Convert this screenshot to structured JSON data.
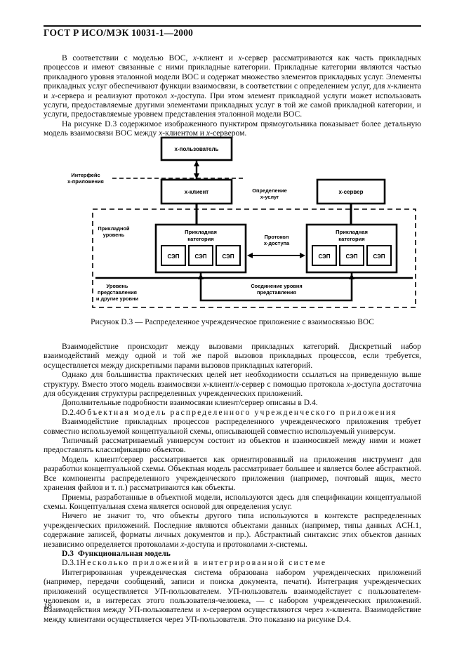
{
  "header": {
    "standard_title": "ГОСТ Р ИСО/МЭК 10031-1—2000"
  },
  "body": {
    "paragraphs": [
      "В соответствии с моделью ВОС, x-клиент и x-сервер рассматриваются как часть прикладных процессов и имеют связанные с ними прикладные категории. Прикладные категории являются частью прикладного уровня эталонной модели ВОС и содержат множество элементов прикладных услуг. Элементы прикладных услуг обеспечивают функции взаимосвязи, в соответствии с определением услуг, для x-клиента и x-сервера и реализуют протокол x-доступа. При этом элемент прикладной услуги может использовать услуги, предоставляемые другими элементами прикладных услуг в той же самой прикладной категории, и услуги, предоставляемые уровнем представления эталонной модели ВОС.",
      "На рисунке D.3 содержимое изображенного пунктиром прямоугольника показывает более детальную модель взаимосвязи ВОС между x-клиентом и x-сервером."
    ],
    "after_figure": [
      "Взаимодействие происходит между вызовами прикладных категорий. Дискретный набор взаимодействий между одной и той же парой вызовов прикладных процессов, если требуется, осуществляется между дискретными парами вызовов прикладных категорий.",
      "Однако для большинства практических целей нет необходимости ссылаться на приведенную выше структуру. Вместо этого модель взаимосвязи x-клиент/x-сервер с помощью протокола x-доступа достаточна для обсуждения структуры распределенных учрежденческих приложений.",
      "Дополнительные подробности взаимосвязи клиент/сервер описаны в D.4."
    ],
    "section_d24_number": "D.2.4",
    "section_d24_title": "Объектная модель распределенного учрежденческого приложения",
    "d24_paragraphs": [
      "Взаимодействие прикладных процессов распределенного учрежденческого приложения требует совместно используемой концептуальной схемы, описывающей совместно используемый универсум.",
      "Типичный рассматриваемый универсум состоит из объектов и взаимосвязей между ними и может предоставлять классификацию объектов.",
      "Модель клиент/сервер рассматривается как ориентированный на приложения инструмент для разработки концептуальной схемы. Объектная модель рассматривает большее и является более абстрактной. Все компоненты распределенного учрежденческого приложения (например, почтовый ящик, место хранения файлов и т. п.) рассматриваются как объекты.",
      "Приемы, разработанные в объектной модели, используются здесь для спецификации концептуальной схемы. Концептуальная схема является основой для определения услуг.",
      "Ничего не значит то, что объекты другого типа используются в контексте распределенных учрежденческих приложений. Последние являются объектами данных (например, типы данных ACH.1, содержание записей, форматы личных документов и пр.). Абстрактный синтаксис этих объектов данных независимо определяется протоколами x-доступа и протоколами x-системы."
    ],
    "section_d3_number": "D.3",
    "section_d3_title": "Функциональная модель",
    "section_d31_number": "D.3.1",
    "section_d31_title": "Несколько приложений в интегрированной системе",
    "d31_paragraphs": [
      "Интегрированная учрежденческая система образована набором учрежденческих приложений (например, передачи сообщений, записи и поиска документа, печати). Интеграция учрежденческих приложений осуществляется УП-пользователем. УП-пользователь взаимодействует с пользователем-человеком и, в интересах этого пользователя-человека, — с набором учрежденческих приложений. Взаимодействия между УП-пользователем и x-сервером осуществляются через x-клиента. Взаимодействие между клиентами осуществляется через УП-пользователя. Это показано на рисунке D.4."
    ]
  },
  "figure": {
    "caption": "Рисунок D.3 — Распределенное учрежденческое приложение с взаимосвязью ВОС",
    "boxes": {
      "user": "x-пользователь",
      "client": "x-клиент",
      "server": "x-сервер",
      "app_category_left": "Прикладная\nкатегория",
      "app_category_right": "Прикладная\nкатегория"
    },
    "box_labels": {
      "user": "x-пользователь",
      "client": "x-клиент",
      "server": "x-сервер",
      "category_line1": "Прикладная",
      "category_line2": "категория",
      "sep_label": "СЭП"
    },
    "annotations": {
      "interface_line1": "Интерфейс",
      "interface_line2": "x-приложения",
      "service_def_line1": "Определение",
      "service_def_line2": "x-услуг",
      "protocol_line1": "Протокол",
      "protocol_line2": "x-доступа",
      "app_layer_line1": "Прикладной",
      "app_layer_line2": "уровень",
      "pres_layer_line1": "Уровень",
      "pres_layer_line2": "представления",
      "pres_layer_line3": "и другие уровни",
      "pres_conn_line1": "Соединение уровня",
      "pres_conn_line2": "представления"
    }
  },
  "footer": {
    "page_number": "18"
  },
  "colors": {
    "ink": "#0d0d0d",
    "line": "#000000",
    "background": "#ffffff"
  }
}
